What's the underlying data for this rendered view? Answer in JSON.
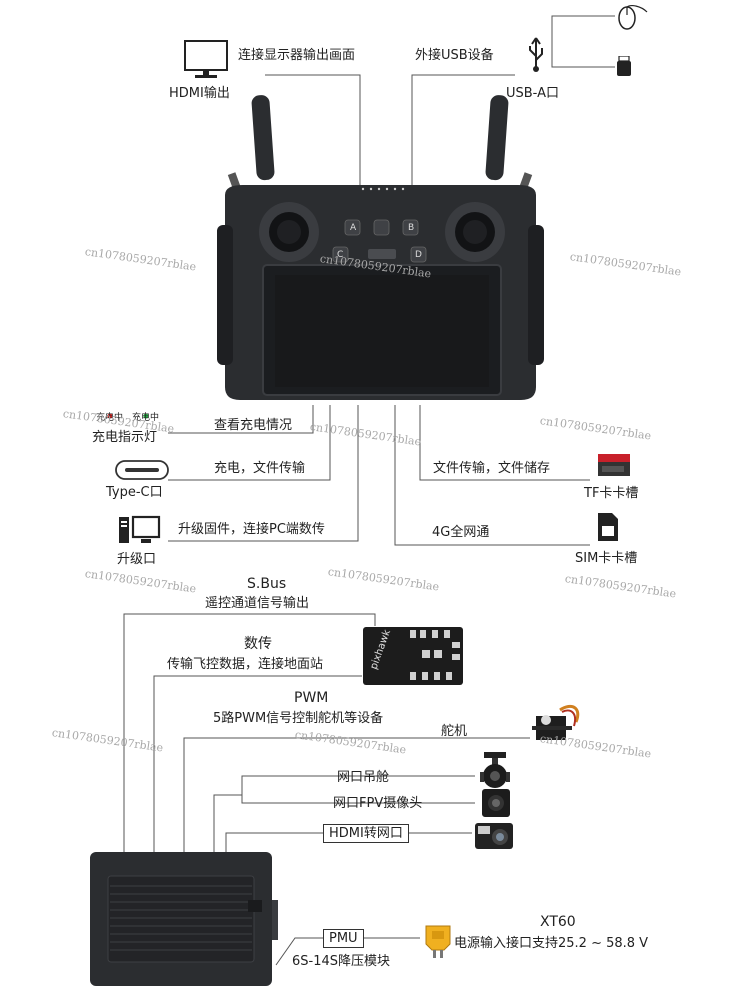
{
  "top": {
    "hdmi_out": "HDMI输出",
    "display_desc": "连接显示器输出画面",
    "usb_desc": "外接USB设备",
    "usb_a": "USB-A口"
  },
  "left": {
    "led_charging_red": "充电中",
    "led_charging_green": "充电中",
    "led_label": "充电指示灯",
    "led_desc": "查看充电情况",
    "typec_desc": "充电，文件传输",
    "typec_label": "Type-C口",
    "upgrade_desc": "升级固件，连接PC端数传",
    "upgrade_label": "升级口"
  },
  "right": {
    "tf_desc": "文件传输，文件储存",
    "tf_label": "TF卡卡槽",
    "sim_desc": "4G全网通",
    "sim_label": "SIM卡卡槽"
  },
  "receiver": {
    "sbus_title": "S.Bus",
    "sbus_desc": "遥控通道信号输出",
    "datalink_title": "数传",
    "datalink_desc": "传输飞控数据，连接地面站",
    "pwm_title": "PWM",
    "pwm_desc": "5路PWM信号控制舵机等设备",
    "servo": "舵机",
    "gimbal": "网口吊舱",
    "fpv": "网口FPV摄像头",
    "hdmi_net": "HDMI转网口",
    "pmu": "PMU",
    "pmu_desc": "6S-14S降压模块",
    "xt60_title": "XT60",
    "xt60_desc": "电源输入接口支持25.2 ~ 58.8 V"
  },
  "controller": {
    "btn_a": "A",
    "btn_b": "B",
    "btn_c": "C",
    "btn_d": "D"
  },
  "watermark": "cn1078059207rblae",
  "colors": {
    "line": "#555555",
    "device": "#2b2d30",
    "screen": "#1b1d20",
    "led_red": "#e02020",
    "led_green": "#22bb44"
  }
}
